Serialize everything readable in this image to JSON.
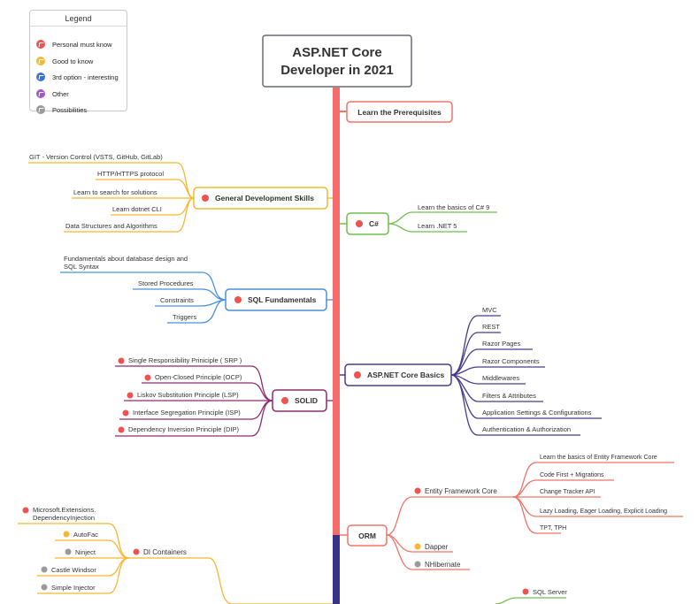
{
  "colors": {
    "red": "#ef5350",
    "yellow": "#f7b731",
    "blue": "#4a90d9",
    "purple": "#473d8b",
    "salmon": "#f07468",
    "green": "#6fbf4a",
    "gray": "#9a9a9a",
    "trunk": "#f76b6b",
    "trunk_dark": "#38328a"
  },
  "legend": {
    "title": "Legend",
    "items": [
      {
        "label": "Personal must know",
        "color": "#ef5350",
        "icon": "flag-icon"
      },
      {
        "label": "Good to know",
        "color": "#f7b731",
        "icon": "flag-icon"
      },
      {
        "label": "3rd option - interesting",
        "color": "#3b73d8",
        "icon": "flag-icon"
      },
      {
        "label": "Other",
        "color": "#a556c9",
        "icon": "flag-icon"
      },
      {
        "label": "Possibilities",
        "color": "#9a9a9a",
        "icon": "flag-icon"
      }
    ]
  },
  "central": {
    "line1": "ASP.NET Core",
    "line2": "Developer in 2021"
  },
  "topics": {
    "prerequisites": "Learn the Prerequisites",
    "general_skills": {
      "label": "General Development Skills",
      "children": [
        "GIT - Version Control (VSTS, GitHub, GitLab)",
        "HTTP/HTTPS protocol",
        "Learn to search for solutions",
        "Learn dotnet CLI",
        "Data Structures and Algorithms"
      ]
    },
    "csharp": {
      "label": "C#",
      "children": [
        "Learn the basics of C# 9",
        "Learn .NET 5"
      ]
    },
    "sql": {
      "label": "SQL Fundamentals",
      "children": [
        "Fundamentals about database design and",
        "SQL Syntax",
        "Stored Procedures",
        "Constraints",
        "Triggers"
      ]
    },
    "aspnet": {
      "label": "ASP.NET Core Basics",
      "children": [
        "MVC",
        "REST",
        "Razor Pages",
        "Razor Components",
        "Middlewares",
        "Filters & Attributes",
        "Application Settings & Configurations",
        "Authentication & Authorization"
      ]
    },
    "solid": {
      "label": "SOLID",
      "children": [
        "Single Responsibility Priniciple ( SRP )",
        "Open-Closed Principle (OCP)",
        "Liskov Substitution Principle (LSP)",
        "Interface Segregation Principle (ISP)",
        "Dependency Inversion Principle (DIP)"
      ]
    },
    "orm": {
      "label": "ORM",
      "ef_core": "Entity Framework Core",
      "ef_children": [
        "Learn the basics of Entity Framework Core",
        "Code First + Migrations",
        "Change Tracker API",
        "Lazy Loading, Eager Loading, Explicit Loading",
        "TPT, TPH"
      ],
      "dapper": "Dapper",
      "nhibernate": "NHibernate"
    },
    "di": {
      "label": "DI Containers",
      "children": [
        "Microsoft.Extensions.",
        "DependencyInjection",
        "AutoFac",
        "Ninject",
        "Castle Windsor",
        "Simple Injector"
      ]
    },
    "sql_server": "SQL Server"
  }
}
